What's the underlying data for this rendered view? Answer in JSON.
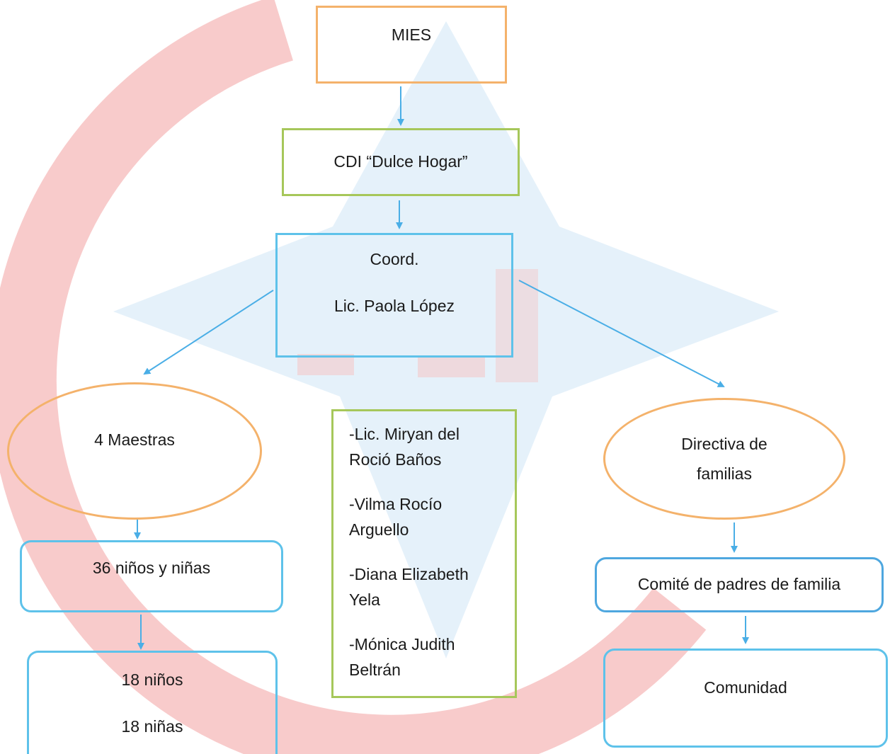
{
  "nodes": {
    "mies": "MIES",
    "cdi": "CDI “Dulce Hogar”",
    "coord_title": "Coord.",
    "coord_name": "Lic. Paola López",
    "maestras": "4 Maestras",
    "directiva": "Directiva de familias",
    "ninos_total": "36 niños y niñas",
    "ninos": "18 niños",
    "ninas": "18 niñas",
    "comite": "Comité de padres de familia",
    "comunidad": "Comunidad"
  },
  "teachers": [
    "-Lic. Miryan del Roció Baños",
    "-Vilma Rocío Arguello",
    "-Diana Elizabeth Yela",
    "-Mónica Judith Beltrán"
  ],
  "colors": {
    "orange": "#f4b26b",
    "green": "#a6c75a",
    "blue": "#5ec2ea",
    "arrow": "#4aaee6",
    "watermark_red": "#f6b9b9",
    "watermark_blue": "#cfe6f6"
  }
}
